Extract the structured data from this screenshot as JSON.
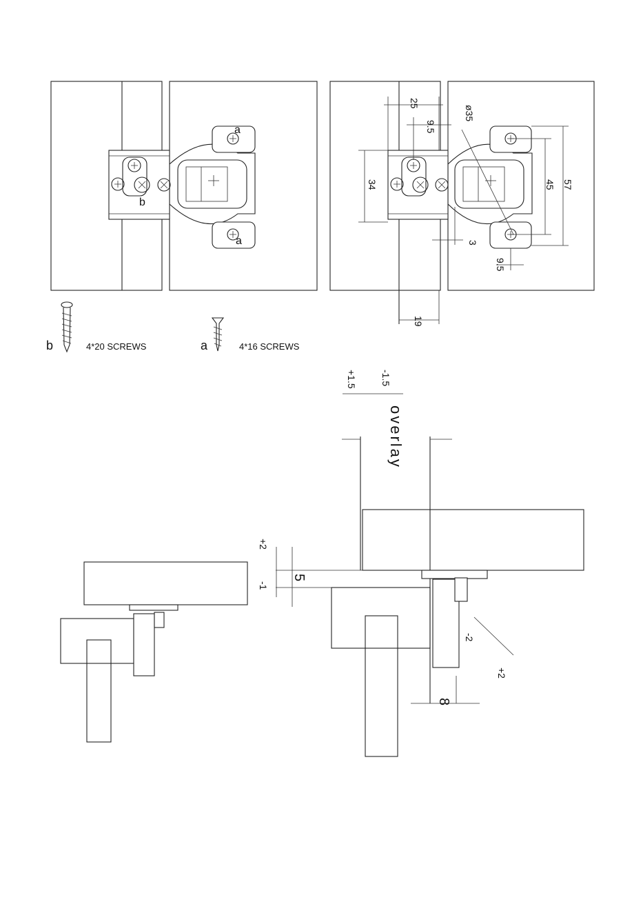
{
  "figure_a": {
    "screw_a_marker": "a",
    "screw_b_marker": "b"
  },
  "screws": {
    "b_letter": "b",
    "b_label": "4*20 SCREWS",
    "a_letter": "a",
    "a_label": "4*16 SCREWS"
  },
  "dimensions_top": {
    "d25": "25",
    "d9_5_top": "9.5",
    "d35": "ø35",
    "d34": "34",
    "d45": "45",
    "d57": "57",
    "d3": "3",
    "d9_5_bottom": "9.5",
    "d19": "19"
  },
  "side_view": {
    "minus_1_5": "-1.5",
    "plus_1_5": "+1.5",
    "overlay": "overlay",
    "plus_2_vertical": "+2",
    "minus_1": "-1",
    "d5": "5",
    "minus_2": "-2",
    "plus_2_depth": "+2",
    "d8": "8"
  }
}
